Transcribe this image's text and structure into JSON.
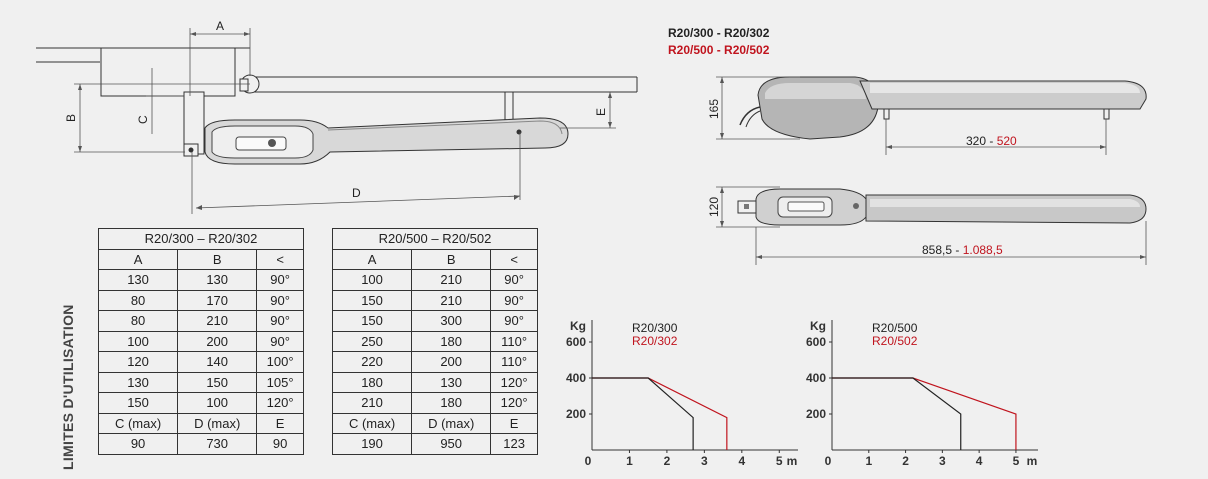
{
  "top_diagram": {
    "dim_a": "A",
    "dim_b": "B",
    "dim_c": "C",
    "dim_d": "D",
    "dim_e": "E"
  },
  "models": {
    "black": "R20/300 - R20/302",
    "red": "R20/500 - R20/502"
  },
  "side_view": {
    "height": "165",
    "length_black": "320 -",
    "length_red": " 520"
  },
  "top_view": {
    "width": "120",
    "length_black": "858,5 -",
    "length_red": " 1.088,5"
  },
  "side_label": "LIMITES D'UTILISATION",
  "table_left": {
    "title": "R20/300 – R20/302",
    "headers": [
      "A",
      "B",
      "<"
    ],
    "rows": [
      [
        "130",
        "130",
        "90°"
      ],
      [
        "80",
        "170",
        "90°"
      ],
      [
        "80",
        "210",
        "90°"
      ],
      [
        "100",
        "200",
        "90°"
      ],
      [
        "120",
        "140",
        "100°"
      ],
      [
        "130",
        "150",
        "105°"
      ],
      [
        "150",
        "100",
        "120°"
      ]
    ],
    "footer_headers": [
      "C (max)",
      "D (max)",
      "E"
    ],
    "footer_values": [
      "90",
      "730",
      "90"
    ]
  },
  "table_right": {
    "title": "R20/500 – R20/502",
    "headers": [
      "A",
      "B",
      "<"
    ],
    "rows": [
      [
        "100",
        "210",
        "90°"
      ],
      [
        "150",
        "210",
        "90°"
      ],
      [
        "150",
        "300",
        "90°"
      ],
      [
        "250",
        "180",
        "110°"
      ],
      [
        "220",
        "200",
        "110°"
      ],
      [
        "180",
        "130",
        "120°"
      ],
      [
        "210",
        "180",
        "120°"
      ]
    ],
    "footer_headers": [
      "C (max)",
      "D (max)",
      "E"
    ],
    "footer_values": [
      "190",
      "950",
      "123"
    ]
  },
  "chart_data": [
    {
      "type": "line",
      "ylabel": "Kg",
      "xlabel": "m",
      "x_ticks": [
        0,
        1,
        2,
        3,
        4,
        5
      ],
      "y_ticks": [
        200,
        400,
        600
      ],
      "xlim": [
        0,
        5.5
      ],
      "ylim": [
        0,
        700
      ],
      "legend": [
        "R20/300",
        "R20/302"
      ],
      "series": [
        {
          "name": "R20/300",
          "color": "#222222",
          "x": [
            0,
            1.5,
            2.7,
            2.7
          ],
          "y": [
            400,
            400,
            180,
            0
          ]
        },
        {
          "name": "R20/302",
          "color": "#c0141e",
          "x": [
            0,
            1.5,
            3.6,
            3.6
          ],
          "y": [
            400,
            400,
            180,
            0
          ]
        }
      ]
    },
    {
      "type": "line",
      "ylabel": "Kg",
      "xlabel": "m",
      "x_ticks": [
        0,
        1,
        2,
        3,
        4,
        5
      ],
      "y_ticks": [
        200,
        400,
        600
      ],
      "xlim": [
        0,
        5.6
      ],
      "ylim": [
        0,
        700
      ],
      "legend": [
        "R20/500",
        "R20/502"
      ],
      "series": [
        {
          "name": "R20/500",
          "color": "#222222",
          "x": [
            0,
            2.2,
            3.5,
            3.5
          ],
          "y": [
            400,
            400,
            200,
            0
          ]
        },
        {
          "name": "R20/502",
          "color": "#c0141e",
          "x": [
            0,
            2.2,
            5.0,
            5.0
          ],
          "y": [
            400,
            400,
            200,
            0
          ]
        }
      ]
    }
  ]
}
